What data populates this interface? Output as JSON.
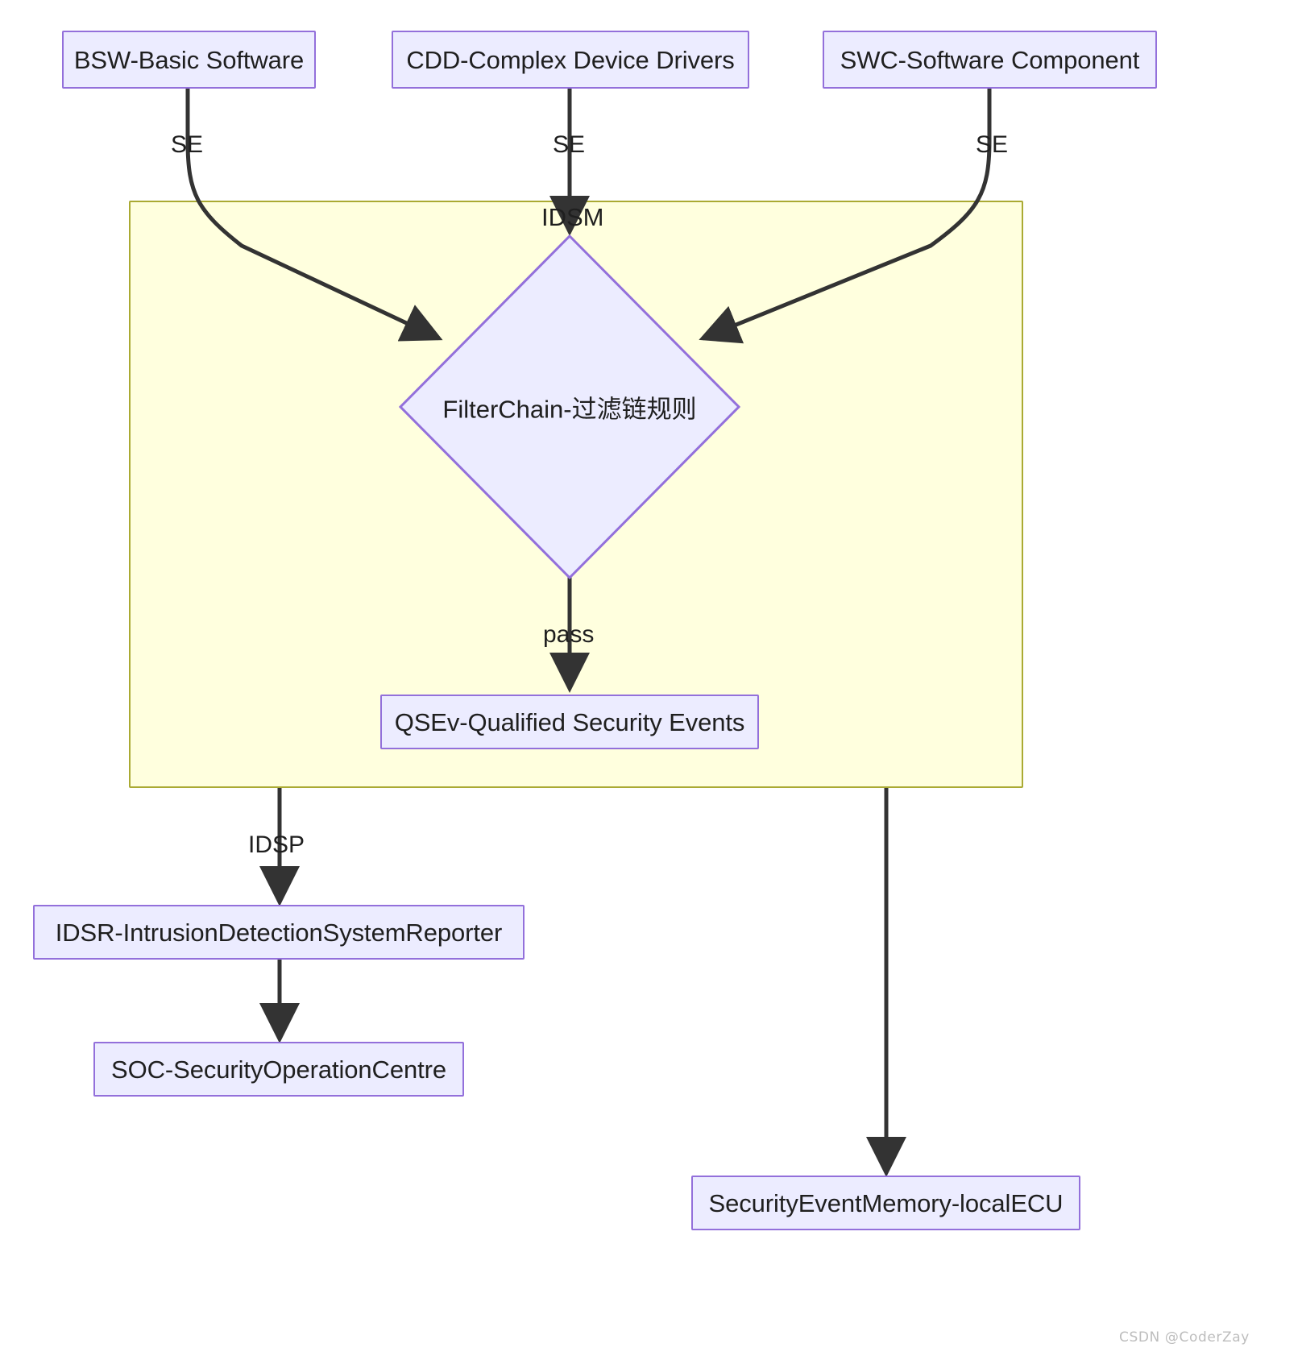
{
  "diagram": {
    "type": "flowchart",
    "direction": "top-down",
    "background": "#ffffff",
    "node_fill": "#ECECFF",
    "node_stroke": "#9370DB",
    "cluster_fill": "#FFFFDE",
    "cluster_stroke": "#AAAA33",
    "edge_color": "#333333",
    "text_color": "#1f1f1f"
  },
  "nodes": {
    "bsw": {
      "label": "BSW-Basic Software",
      "shape": "rect"
    },
    "cdd": {
      "label": "CDD-Complex Device Drivers",
      "shape": "rect"
    },
    "swc": {
      "label": "SWC-Software Component",
      "shape": "rect"
    },
    "filterchain": {
      "label": "FilterChain-过滤链规则",
      "shape": "diamond"
    },
    "qsev": {
      "label": "QSEv-Qualified Security Events",
      "shape": "rect"
    },
    "idsr": {
      "label": "IDSR-IntrusionDetectionSystemReporter",
      "shape": "rect"
    },
    "soc": {
      "label": "SOC-SecurityOperationCentre",
      "shape": "rect"
    },
    "sem": {
      "label": "SecurityEventMemory-localECU",
      "shape": "rect"
    }
  },
  "cluster": {
    "label": "IDSM"
  },
  "edges": [
    {
      "from": "bsw",
      "to": "filterchain",
      "label": "SE"
    },
    {
      "from": "cdd",
      "to": "filterchain",
      "label": "SE"
    },
    {
      "from": "swc",
      "to": "filterchain",
      "label": "SE"
    },
    {
      "from": "filterchain",
      "to": "qsev",
      "label": "pass"
    },
    {
      "from": "cluster",
      "to": "idsr",
      "label": "IDSP"
    },
    {
      "from": "idsr",
      "to": "soc",
      "label": ""
    },
    {
      "from": "cluster",
      "to": "sem",
      "label": ""
    }
  ],
  "edge_labels": {
    "se_left": "SE",
    "se_middle": "SE",
    "se_right": "SE",
    "pass": "pass",
    "idsp": "IDSP"
  },
  "watermark": {
    "text": "CSDN @CoderZay"
  }
}
